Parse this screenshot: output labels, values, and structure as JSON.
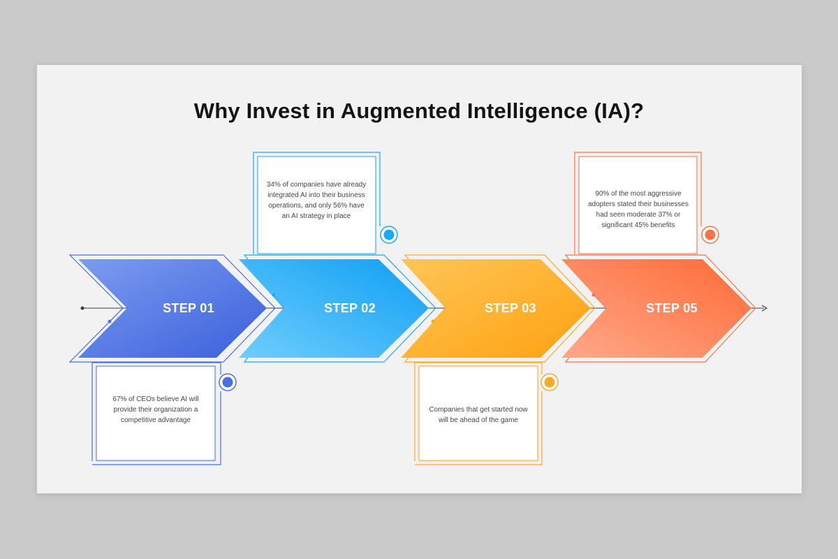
{
  "title": "Why Invest in Augmented Intelligence (IA)?",
  "steps": [
    {
      "label": "STEP 01",
      "color": "#4a6fe0",
      "card_text": "67% of CEOs believe AI will provide their organization a competitive advantage"
    },
    {
      "label": "STEP 02",
      "color": "#1aa9f5",
      "card_text": "34% of companies have already integrated AI into their business operations, and only 56% have an AI strategy in place"
    },
    {
      "label": "STEP 03",
      "color": "#ffa826",
      "card_text": "Companies that get started now will be ahead of the game"
    },
    {
      "label": "STEP 05",
      "color": "#ff7344",
      "card_text": "90% of the most aggressive adopters stated their businesses had seen moderate 37% or significant 45% benefits"
    }
  ]
}
